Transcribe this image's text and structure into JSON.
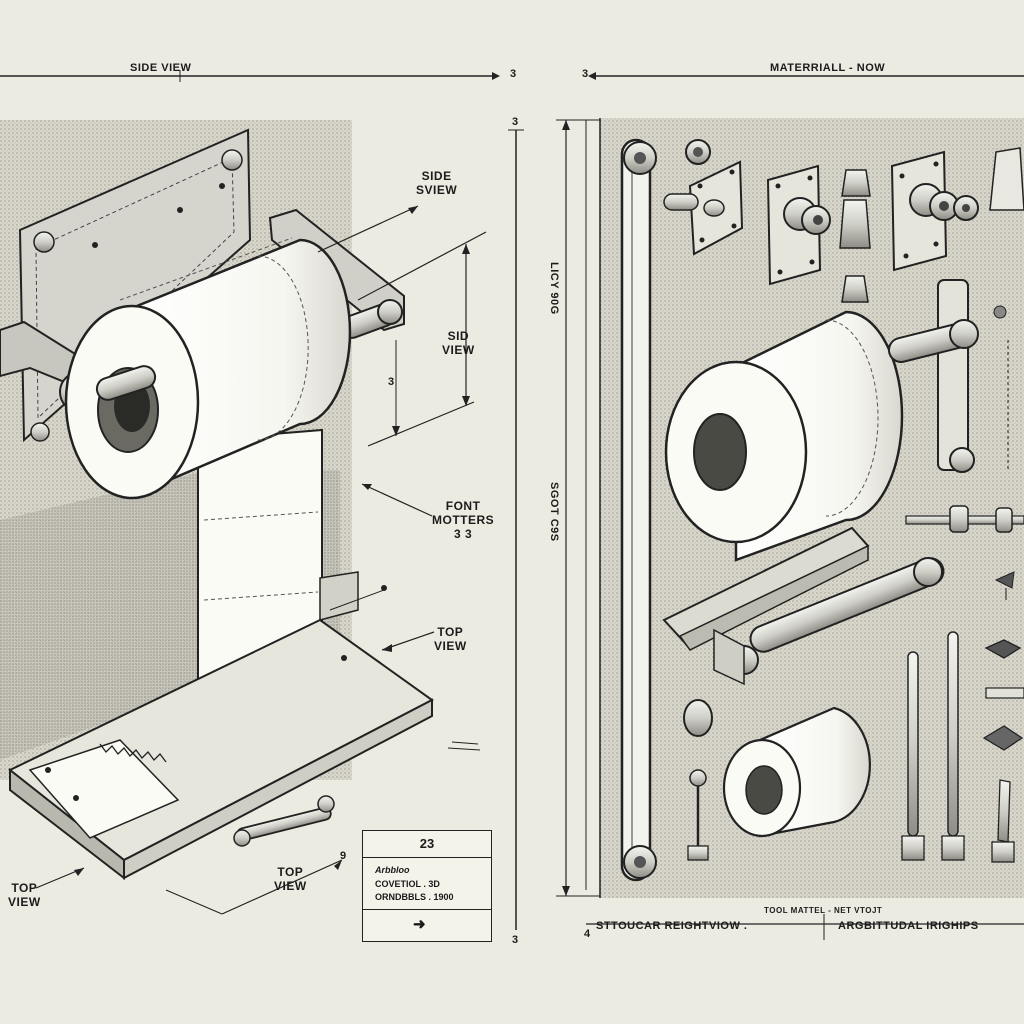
{
  "left_panel": {
    "header": "SIDE VIEW",
    "header_number": "3",
    "callout_side_view": [
      "SIDE",
      "SVIEW"
    ],
    "callout_sid_view": [
      "SID",
      "VIEW"
    ],
    "dim_small": "3",
    "callout_font": [
      "FONT",
      "MOTTERS"
    ],
    "callout_font_number": "3 3",
    "callout_top_view_right": [
      "TOP",
      "VIEW"
    ],
    "callout_top_view_bottom": [
      "TOP",
      "VIEW"
    ],
    "callout_top_view_bottom_number": "9",
    "callout_top_view_left": [
      "TOP",
      "VIEW"
    ],
    "side_number_top": "3",
    "side_number_bottom": "3",
    "title_box": {
      "number": "23",
      "line1": "Arbbloo",
      "line2": "COVETIOL . 3D",
      "line3": "ORNDBBLS . 1900",
      "arrow": "➜"
    }
  },
  "right_panel": {
    "header_left_number": "3",
    "header": "MATERRIALL - NOW",
    "vertical_label_top": "LICY 90G",
    "vertical_label_bottom": "SGOT C9S",
    "footer_top": "TOOL MATTEL - NET VTOJT",
    "footer_left_number": "4",
    "footer_left": "STTOUCAR REIGHTVIOW .",
    "footer_right": "ARGBITTUDAL IRIGHIPS"
  },
  "colors": {
    "paper": "#ecebe1",
    "ink": "#1a1a1a",
    "stipple": "#cfcdc2",
    "paper_roll": "#fbfbf6"
  },
  "icons": [
    "arrow-right-icon"
  ]
}
